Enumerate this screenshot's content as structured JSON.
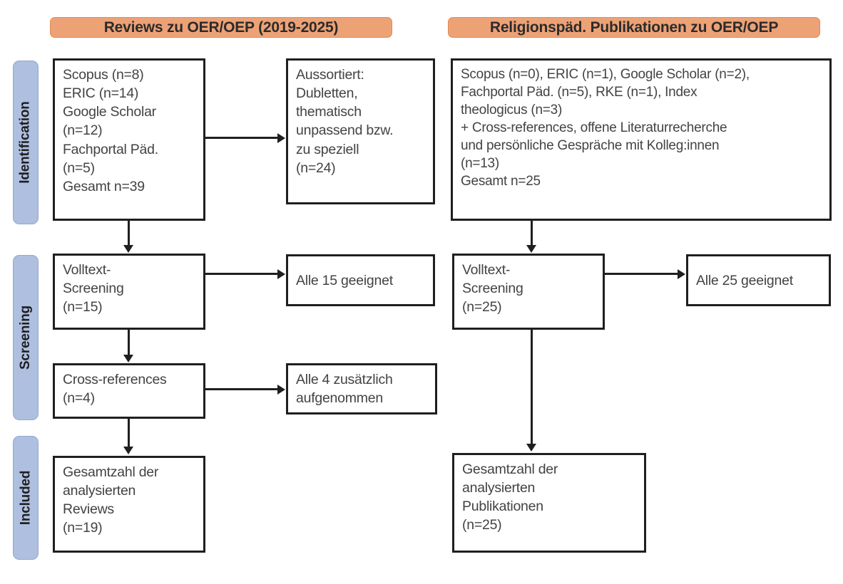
{
  "headers": {
    "left": "Reviews zu OER/OEP (2019-2025)",
    "right": "Religionspäd. Publikationen zu OER/OEP"
  },
  "stages": [
    {
      "label": "Identification"
    },
    {
      "label": "Screening"
    },
    {
      "label": "Included"
    }
  ],
  "left_column": {
    "identification": "Scopus (n=8)\nERIC (n=14)\nGoogle Scholar\n(n=12)\nFachportal Päd.\n(n=5)\nGesamt n=39",
    "excluded": "Aussortiert:\nDubletten,\nthematisch\nunpassend bzw.\nzu speziell\n(n=24)",
    "screening": "Volltext-\nScreening\n(n=15)",
    "screening_result": "Alle 15 geeignet",
    "cross_references": "Cross-references\n(n=4)",
    "cross_references_result": "Alle 4 zusätzlich\naufgenommen",
    "included": "Gesamtzahl der\nanalysierten\nReviews\n(n=19)"
  },
  "right_column": {
    "identification": "Scopus (n=0), ERIC (n=1), Google Scholar (n=2),\nFachportal Päd. (n=5), RKE (n=1), Index\ntheologicus (n=3)\n+ Cross-references, offene Literaturrecherche\nund persönliche Gespräche mit Kolleg:innen\n(n=13)\nGesamt n=25",
    "screening": "Volltext-\nScreening\n(n=25)",
    "screening_result": "Alle 25 geeignet",
    "included": "Gesamtzahl der\nanalysierten\nPublikationen\n(n=25)"
  },
  "colors": {
    "header_pill": "#eda276",
    "stage_label": "#aebfe0",
    "box_border": "#1f1f1f",
    "text": "#434343"
  },
  "counts": {
    "left_scopus": 8,
    "left_eric": 14,
    "left_google_scholar": 12,
    "left_fachportal": 5,
    "left_total": 39,
    "left_excluded": 24,
    "left_fulltext_screening": 15,
    "left_fulltext_suitable": 15,
    "left_cross_references": 4,
    "left_cross_references_added": 4,
    "left_included": 19,
    "right_scopus": 0,
    "right_eric": 1,
    "right_google_scholar": 2,
    "right_fachportal": 5,
    "right_rke": 1,
    "right_index_theologicus": 3,
    "right_other_sources": 13,
    "right_total": 25,
    "right_fulltext_screening": 25,
    "right_fulltext_suitable": 25,
    "right_included": 25
  }
}
